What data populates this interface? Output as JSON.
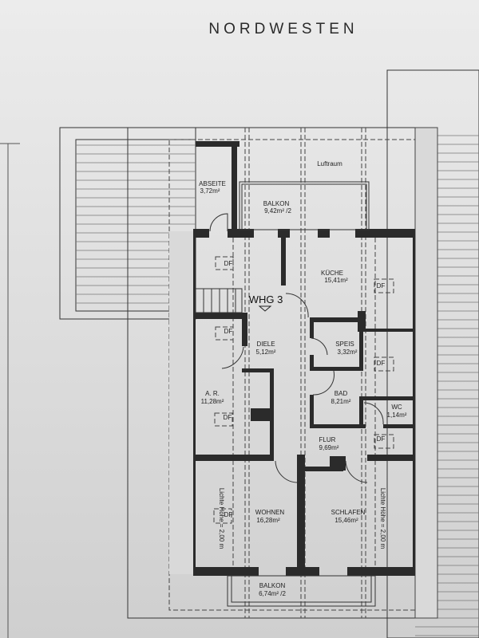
{
  "plan": {
    "orientation_label": "NORDWESTEN",
    "unit_label": "WHG 3",
    "rooms": [
      {
        "name": "Luftraum",
        "area": ""
      },
      {
        "name": "ABSEITE",
        "area": "3,72m²"
      },
      {
        "name": "BALKON",
        "area": "9,42m² /2"
      },
      {
        "name": "KÜCHE",
        "area": "15,41m²"
      },
      {
        "name": "DIELE",
        "area": "5,12m²"
      },
      {
        "name": "SPEIS",
        "area": "3,32m²"
      },
      {
        "name": "A. R.",
        "area": "11,28m²"
      },
      {
        "name": "BAD",
        "area": "8,21m²"
      },
      {
        "name": "WC",
        "area": "1,14m²"
      },
      {
        "name": "FLUR",
        "area": "9,69m²"
      },
      {
        "name": "WOHNEN",
        "area": "16,28m²"
      },
      {
        "name": "SCHLAFEN",
        "area": "15,46m²"
      },
      {
        "name": "BALKON",
        "area": "6,74m² /2"
      }
    ],
    "skylight_label": "DF",
    "height_note": "Lichte Höhe = 2,00 m"
  }
}
